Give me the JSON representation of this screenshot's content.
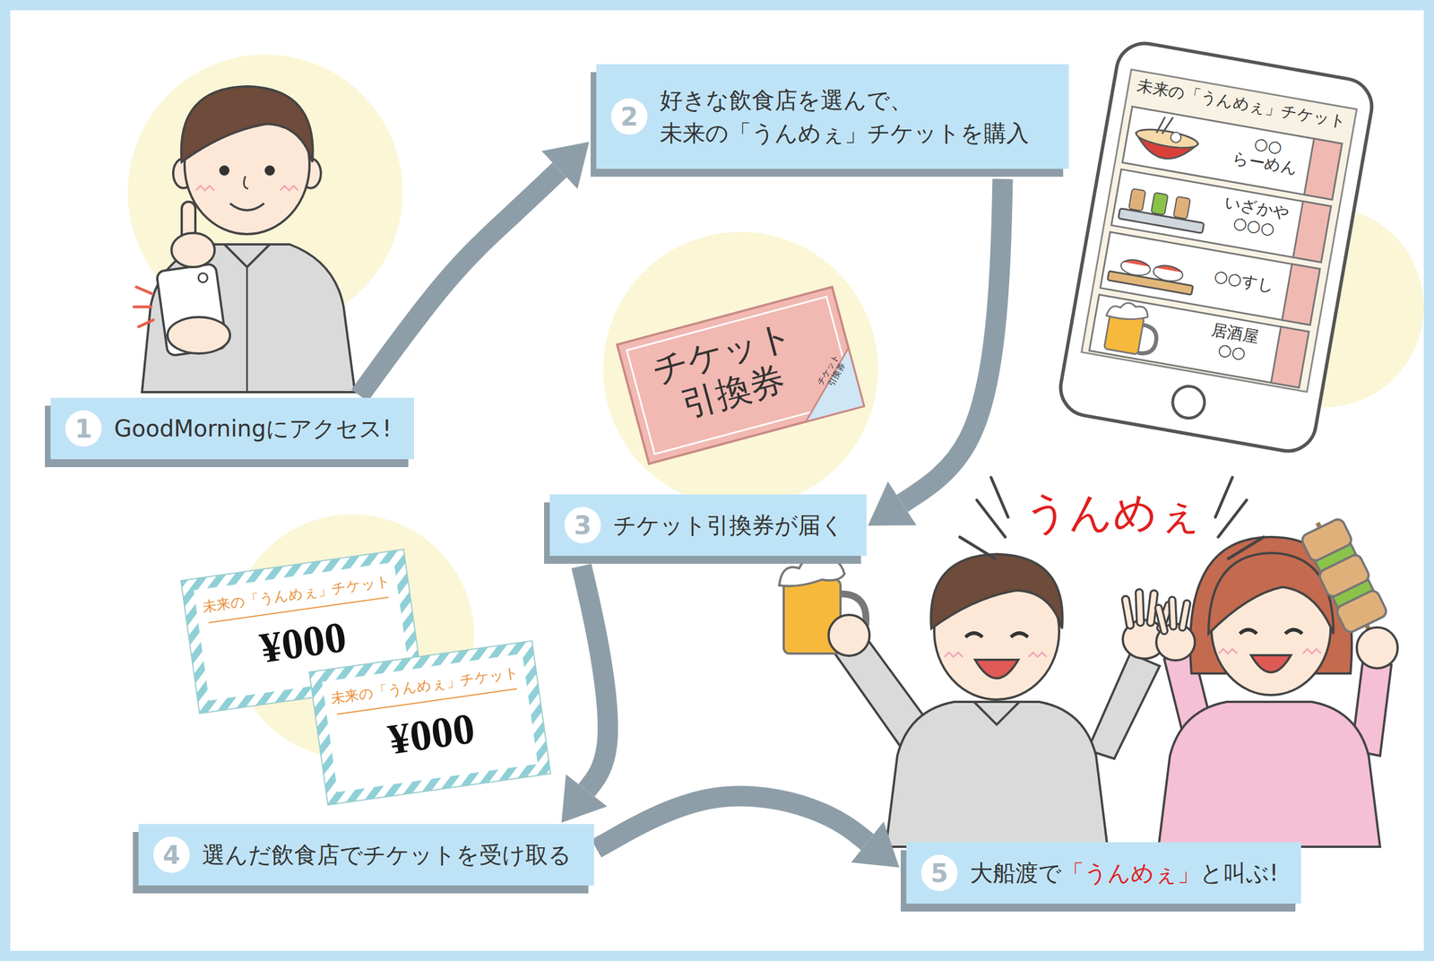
{
  "diagram": {
    "nodes": [
      {
        "text": [
          "1",
          "GoodMorningにアクセス!"
        ]
      },
      {
        "text": [
          "2",
          "好きな飲食店を選んで、 未来の「うんめぇ」チケットを購入"
        ]
      },
      {
        "text": [
          "3",
          "チケット引換券が届く"
        ]
      },
      {
        "text": [
          "4",
          "選んだ飲食店でチケットを受け取る"
        ]
      },
      {
        "text": [
          "5",
          "大船渡で",
          "「うんめぇ」",
          "と叫ぶ!"
        ]
      }
    ],
    "edges": [
      {
        "from": 0,
        "to": 1,
        "arrow": "to"
      },
      {
        "from": 1,
        "to": 2,
        "arrow": "to"
      },
      {
        "from": 2,
        "to": 3,
        "arrow": "to"
      },
      {
        "from": 3,
        "to": 4,
        "arrow": "to"
      }
    ],
    "labels": [
      "未来の「うんめぇ」チケット",
      "○○ らーめん",
      "いざかや ○○○",
      "○○すし",
      "居酒屋 ○○",
      "チケット 引換券",
      "チケット 引換券",
      "未来の「うんめぇ」チケット",
      "¥000",
      "未来の「うんめぇ」チケット",
      "¥000",
      "うんめぇ"
    ]
  }
}
